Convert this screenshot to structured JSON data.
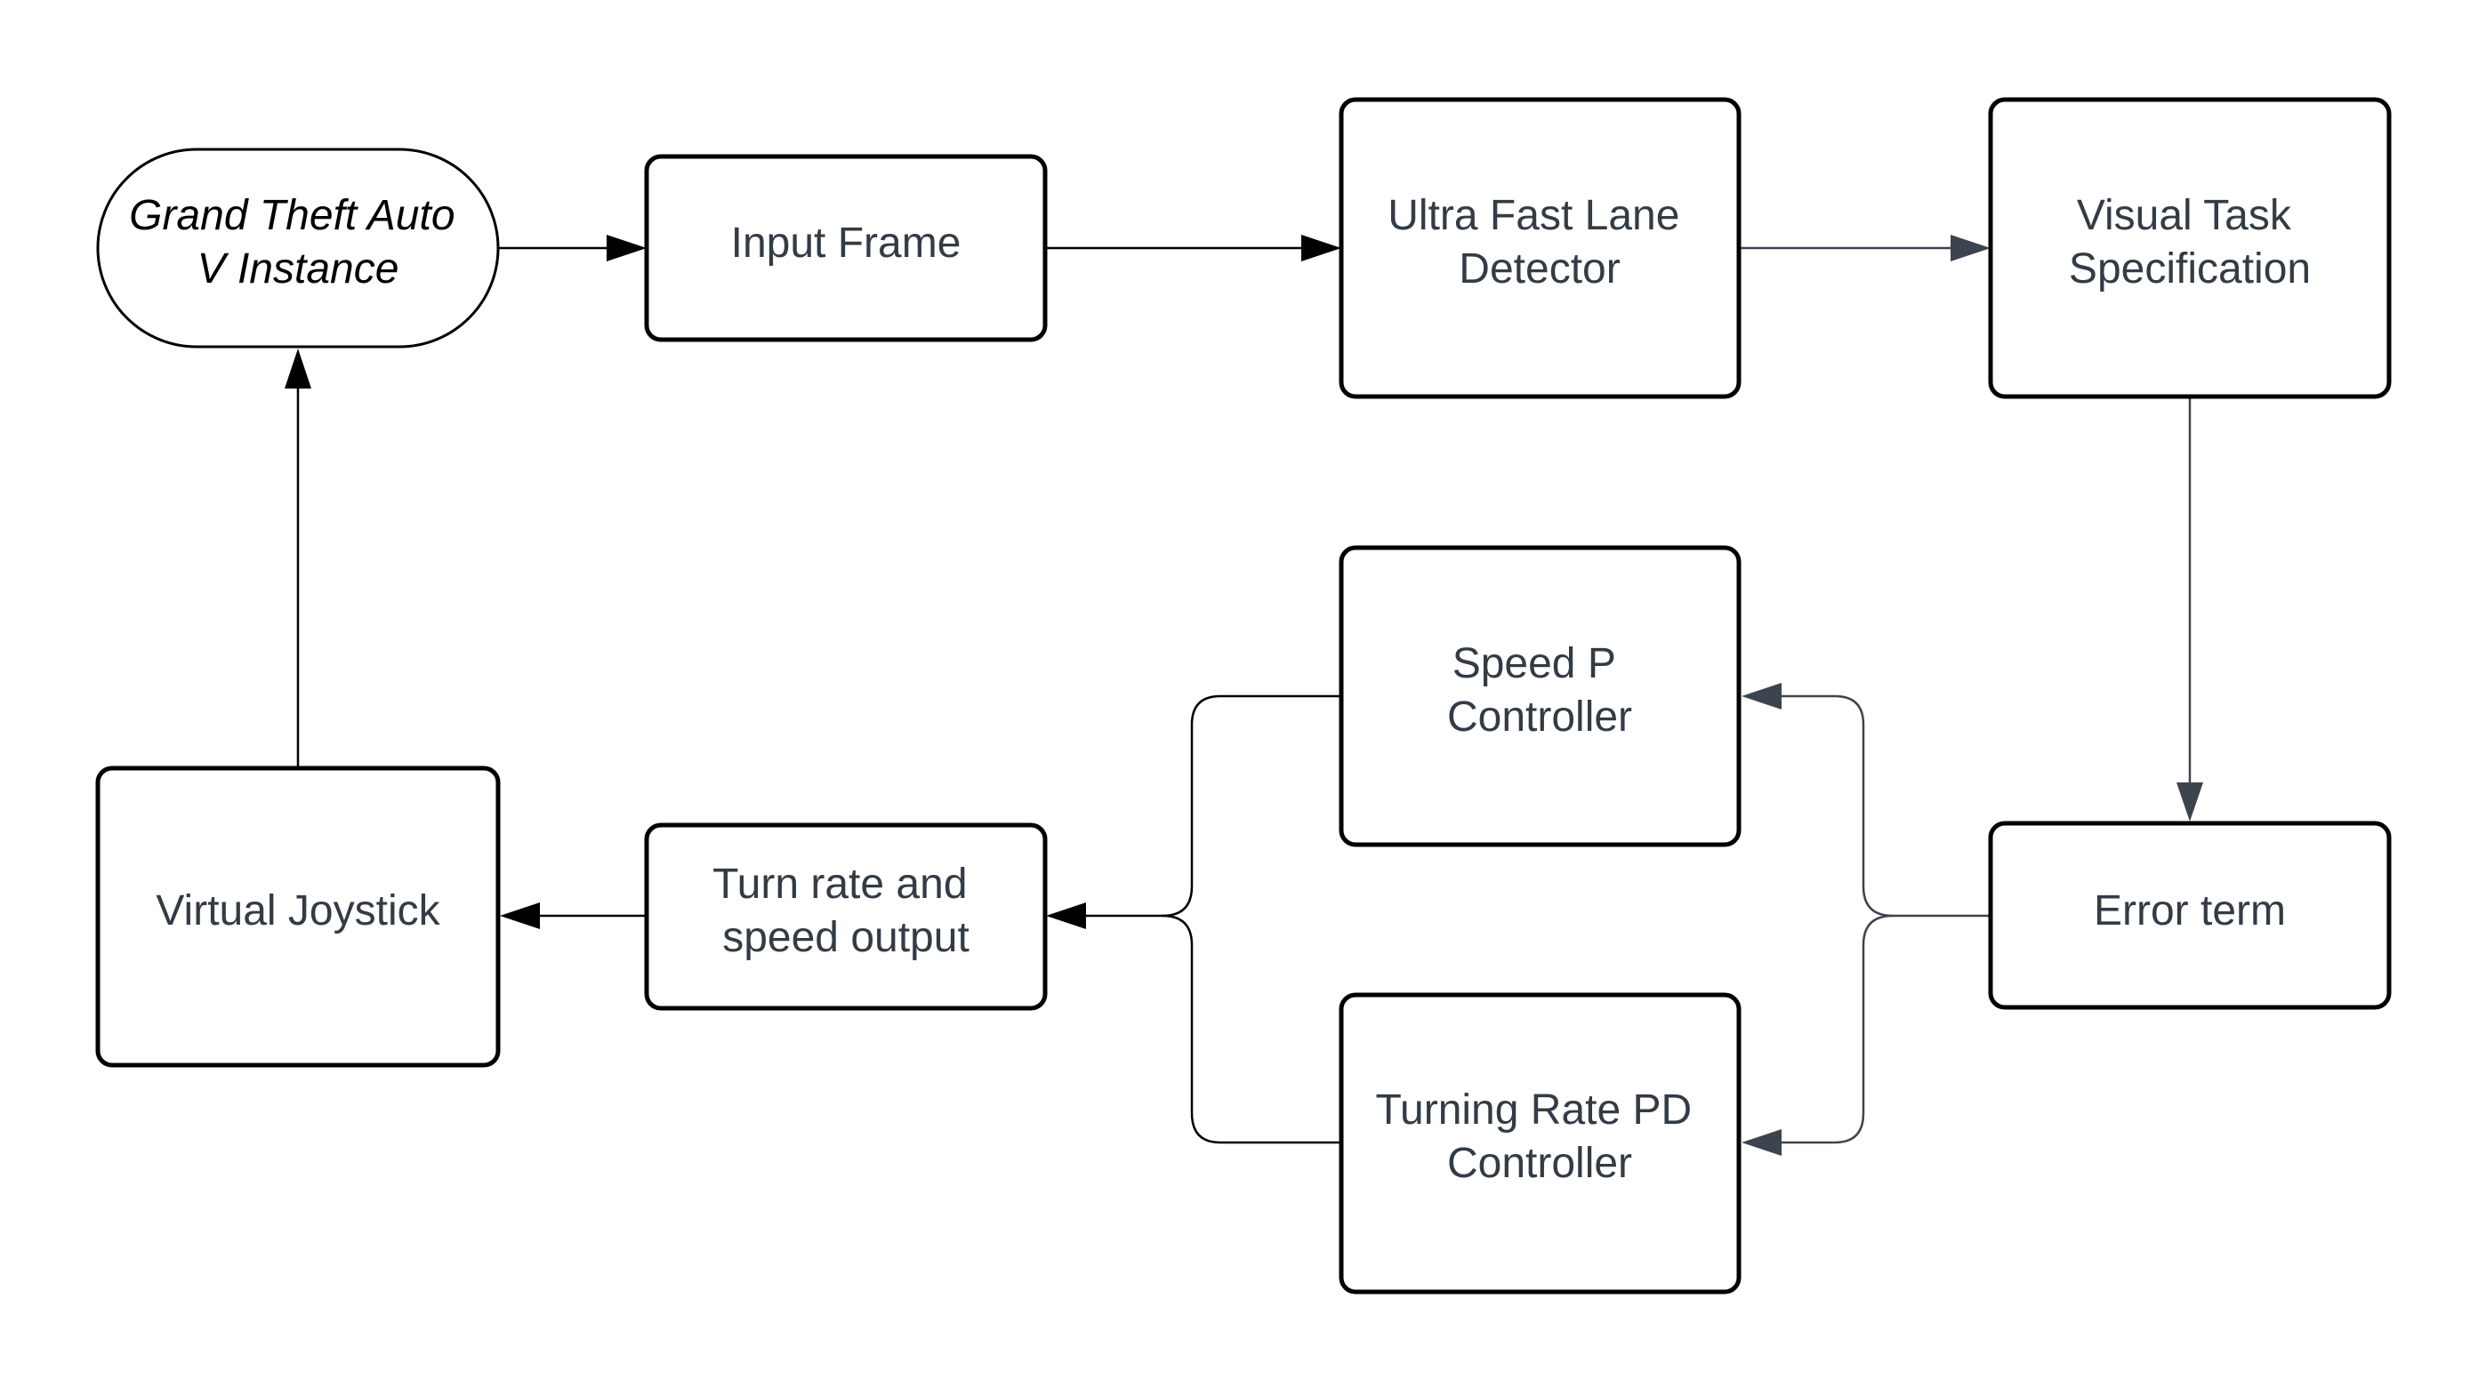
{
  "nodes": {
    "gta": {
      "lines": [
        "Grand Theft Auto",
        "V Instance"
      ]
    },
    "input_frame": {
      "lines": [
        "Input Frame"
      ]
    },
    "lane_detector": {
      "lines": [
        "Ultra Fast Lane",
        "Detector"
      ]
    },
    "visual_task": {
      "lines": [
        "Visual Task",
        "Specification"
      ]
    },
    "error_term": {
      "lines": [
        "Error term"
      ]
    },
    "speed_p": {
      "lines": [
        "Speed P",
        "Controller"
      ]
    },
    "turning_pd": {
      "lines": [
        "Turning Rate PD",
        "Controller"
      ]
    },
    "turn_speed_output": {
      "lines": [
        "Turn rate and",
        "speed output"
      ]
    },
    "virtual_joystick": {
      "lines": [
        "Virtual Joystick"
      ]
    }
  },
  "colors": {
    "box_stroke": "#000000",
    "text": "#333b45",
    "connector_dark": "#3d4450"
  }
}
